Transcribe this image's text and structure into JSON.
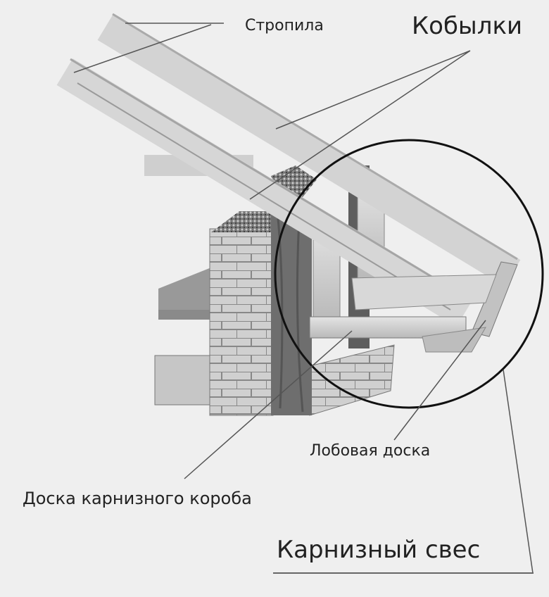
{
  "labels": {
    "rafters": "Стропила",
    "jack_rafters": "Кобылки",
    "fascia_board": "Лобовая доска",
    "soffit_board": "Доска карнизного короба",
    "eave_overhang": "Карнизный свес"
  }
}
